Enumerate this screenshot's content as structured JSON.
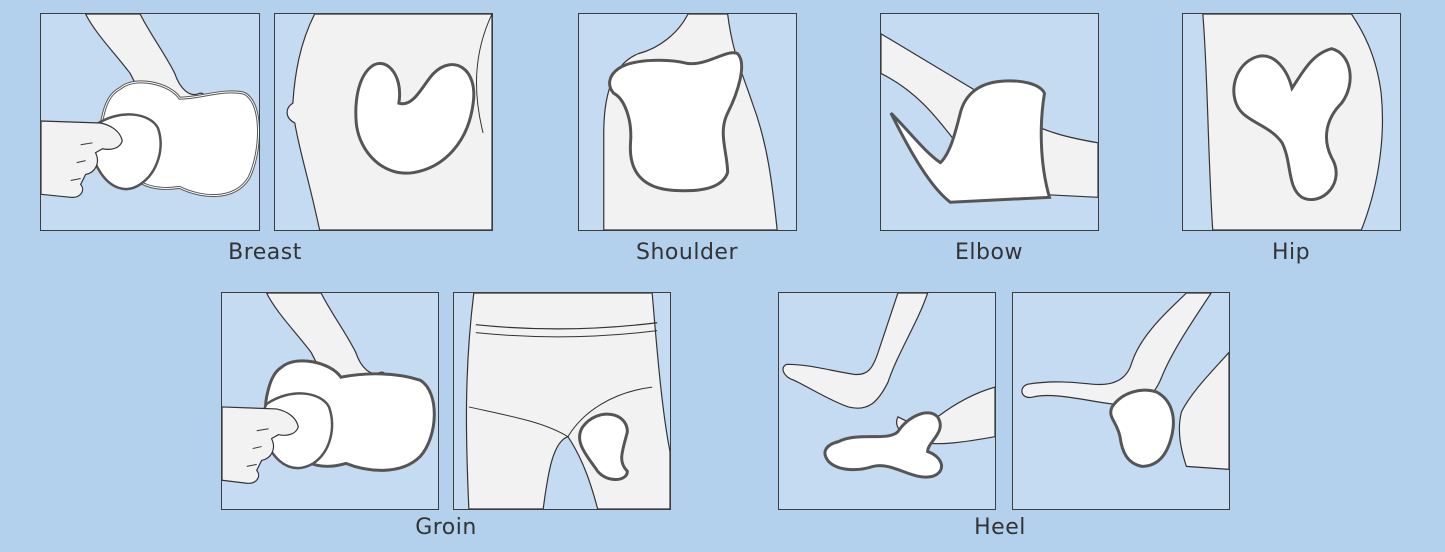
{
  "labels": {
    "breast": "Breast",
    "shoulder": "Shoulder",
    "elbow": "Elbow",
    "hip": "Hip",
    "groin": "Groin",
    "heel": "Heel"
  },
  "colors": {
    "background": "#b3d1ec",
    "panel": "#c4dbf1",
    "skin": "#f2f2f2",
    "outline": "#3d3d3d",
    "dressing_border": "#6b6b6b"
  }
}
